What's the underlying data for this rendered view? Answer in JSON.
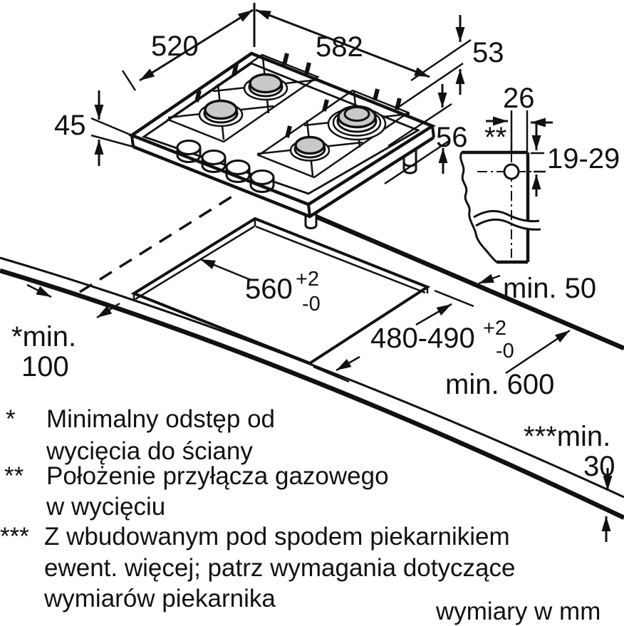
{
  "drawing_type": "installation-dimension-diagram",
  "product": "4-burner-gas-hob",
  "colors": {
    "line": "#111111",
    "burner_fill": "#c9c9c9",
    "background": "#ffffff"
  },
  "annotations": {
    "hob_depth": "520",
    "hob_width": "582",
    "edge_rear": "53",
    "hob_height": "45",
    "edge_side": "56",
    "gas_offset_horizontal": "26",
    "gas_ref_marker": "**",
    "gas_offset_vertical": "19-29",
    "min_rear_clearance": "min. 50",
    "cutout_width": "560",
    "cutout_width_tol_plus": "+2",
    "cutout_width_tol_minus": "-0",
    "wall_clearance_prefix": "*min.",
    "wall_clearance_value": "100",
    "cutout_depth": "480-490",
    "cutout_depth_tol_plus": "+2",
    "cutout_depth_tol_minus": "-0",
    "min_front_clearance": "min. 600",
    "oven_clearance_prefix": "***min.",
    "oven_clearance_value": "30"
  },
  "legend": {
    "notes": [
      {
        "marker": "*",
        "lines": [
          "Minimalny odstęp od",
          "wycięcia do ściany"
        ]
      },
      {
        "marker": "**",
        "lines": [
          "Położenie przyłącza gazowego",
          "w wycięciu"
        ]
      },
      {
        "marker": "***",
        "lines": [
          "Z wbudowanym pod spodem piekarnikiem",
          "ewent. więcej; patrz wymagania dotyczące",
          "wymiarów piekarnika"
        ]
      }
    ],
    "units_note": "wymiary w mm"
  }
}
